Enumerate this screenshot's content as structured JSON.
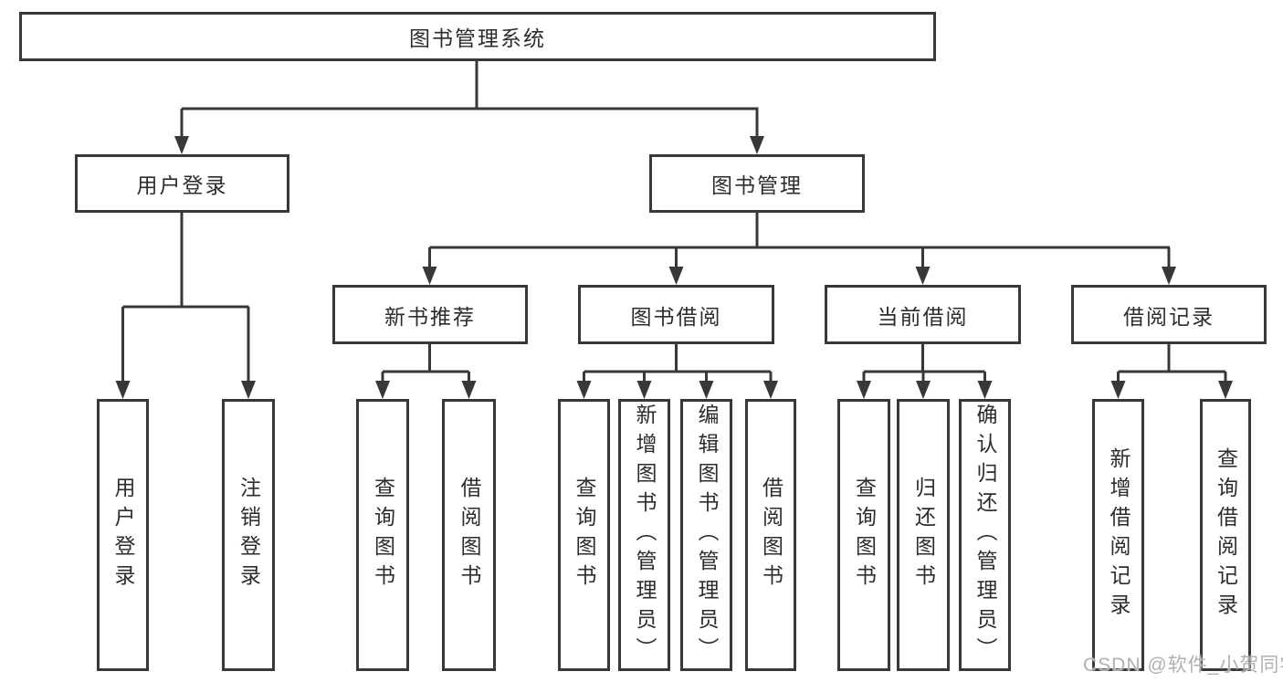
{
  "diagram": {
    "root": {
      "label": "图书管理系统"
    },
    "level2": [
      {
        "label": "用户登录"
      },
      {
        "label": "图书管理"
      }
    ],
    "level3": [
      {
        "label": "新书推荐"
      },
      {
        "label": "图书借阅"
      },
      {
        "label": "当前借阅"
      },
      {
        "label": "借阅记录"
      }
    ],
    "level4": [
      {
        "label": "用户登录"
      },
      {
        "label": "注销登录"
      },
      {
        "label": "查询图书"
      },
      {
        "label": "借阅图书"
      },
      {
        "label": "查询图书"
      },
      {
        "label": "新增图书（管理员）"
      },
      {
        "label": "编辑图书（管理员）"
      },
      {
        "label": "借阅图书"
      },
      {
        "label": "查询图书"
      },
      {
        "label": "归还图书"
      },
      {
        "label": "确认归还（管理员）"
      },
      {
        "label": "新增借阅记录"
      },
      {
        "label": "查询借阅记录"
      }
    ],
    "watermark": "CSDN @软件_小贺同学",
    "colors": {
      "line": "#383838",
      "text": "#2d2d2d",
      "watermark": "#b0b0b0",
      "background": "#ffffff"
    }
  }
}
